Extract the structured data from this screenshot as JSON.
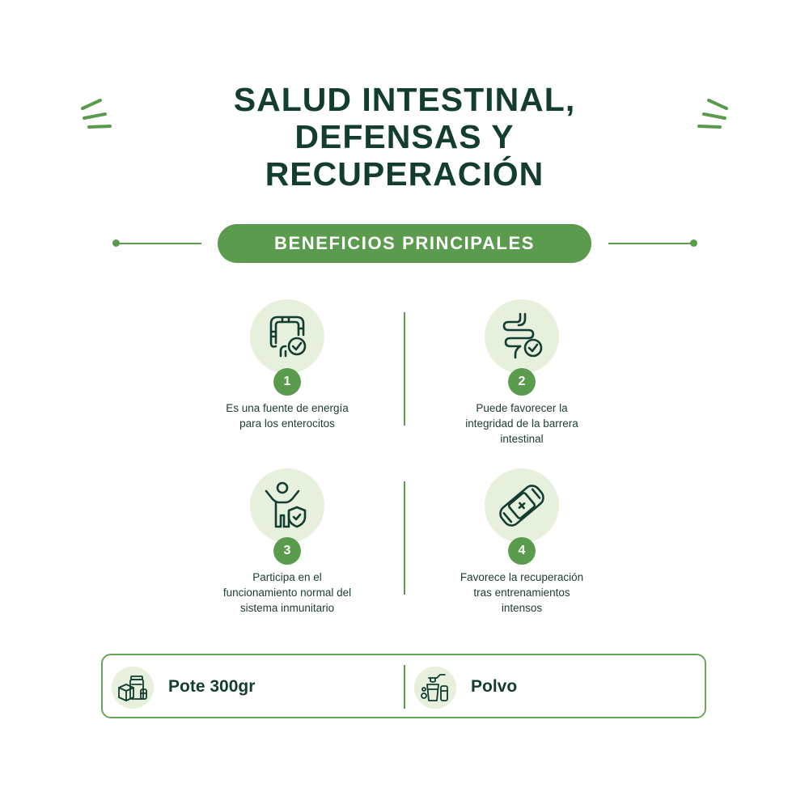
{
  "title": {
    "line1": "SALUD INTESTINAL,",
    "line2": "DEFENSAS Y",
    "line3": "RECUPERACIÓN"
  },
  "banner": {
    "label": "BENEFICIOS PRINCIPALES"
  },
  "benefits": [
    {
      "number": "1",
      "icon": "large-intestine-check-icon",
      "lines": [
        "Es una fuente de energía",
        "para los enterocitos"
      ]
    },
    {
      "number": "2",
      "icon": "small-intestine-check-icon",
      "lines": [
        "Puede favorecer la",
        "integridad de la barrera",
        "intestinal"
      ]
    },
    {
      "number": "3",
      "icon": "person-shield-icon",
      "lines": [
        "Participa en el",
        "funcionamiento normal del",
        "sistema inmunitario"
      ]
    },
    {
      "number": "4",
      "icon": "bandage-icon",
      "lines": [
        "Favorece la recuperación",
        "tras entrenamientos",
        "intensos"
      ]
    }
  ],
  "product": {
    "items": [
      {
        "label": "Pote 300gr",
        "icon": "jar-package-icon"
      },
      {
        "label": "Polvo",
        "icon": "powder-supplements-icon"
      }
    ]
  },
  "colors": {
    "accent": "#5b9b4d",
    "dark_text": "#133d30",
    "soft_circle": "#e6f0dc"
  }
}
